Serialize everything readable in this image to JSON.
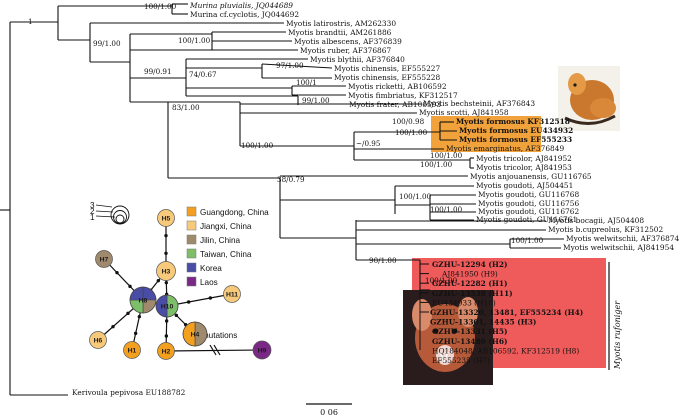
{
  "tree_taxa": {
    "murina_pluvialis": "Murina pluvialis, JQ044689",
    "murina_cyclotis": "Murina cf.cyclotis, JQ044692",
    "latirostris": "Myotis latirostris, AM262330",
    "brandtii": "Myotis brandtii, AM261886",
    "albescens": "Myotis albescens, AF376839",
    "ruber": "Myotis ruber, AF376867",
    "blythii": "Myotis blythii, AF376840",
    "chinensis_1": "Myotis chinensis, EF555227",
    "chinensis_2": "Myotis chinensis, EF555228",
    "ricketti": "Myotis ricketti, AB106592",
    "fimbriatus": "Myotis fimbriatus, KF312517",
    "frater": "Myotis frater, AB106593",
    "bechsteinii": "Myotis bechsteinii, AF376843",
    "scotti": "Myotis scotti, AJ841958",
    "formosus_1": "Myotis formosus KF312518",
    "formosus_2": "Myotis formosus EU434932",
    "formosus_3": "Myotis formosus EF555233",
    "emarginatus": "Myotis emarginatus, AF376849",
    "tricolor_1": "Myotis tricolor, AJ841952",
    "tricolor_2": "Myotis tricolor, AJ841953",
    "anjouanensis": "Myotis anjouanensis, GU116765",
    "goudoti_1": "Myotis goudoti, AJ504451",
    "goudoti_2": "Myotis goudoti, GU116768",
    "goudoti_3": "Myotis goudoti, GU116756",
    "goudoti_4": "Myotis goudoti, GU116762",
    "goudoti_5": "Myotis goudoti, GU116761",
    "bocagii": "Myotis bocagii, AJ504408",
    "cupreolus": "Myotis b.cupreolus, KF312502",
    "welwitschii_1": "Myotis welwitschii, AF376874",
    "welwitschii_2": "Myotis welwitschii, AJ841954",
    "kerivoula": "Kerivoula pepivosa EU188782"
  },
  "supports": {
    "s1": "1",
    "s2": "100/1.00",
    "s3": "99/1.00",
    "s4": "100/1.00",
    "s5": "99/0.91",
    "s6": "74/0.67",
    "s7": "97/1.00",
    "s8": "100/1",
    "s9": "99/1.00",
    "s10": "83/1.00",
    "s11": "100/0.98",
    "s12": "100/1.00",
    "s13": "100/1.00",
    "s14": "~/0.95",
    "s15": "100/1.00",
    "s16": "100/1.00",
    "s17": "38/0.79",
    "s18": "100/1.00",
    "s19": "100/1.00",
    "s20": "100/1.00",
    "s21": "90/1.00",
    "s22": "100/1.00"
  },
  "rufoniger_haplotypes": [
    {
      "text": "GZHU-12294 (H2)",
      "bold": true
    },
    {
      "text": "AJ841950 (H9)",
      "bold": false
    },
    {
      "text": "GZHU-12282 (H1)",
      "bold": true
    },
    {
      "text": "GZHU-13538 (H11)",
      "bold": true
    },
    {
      "text": "EU434933 (H10)",
      "bold": false
    },
    {
      "text": "GZHU-13320, 13481, EF555234 (H4)",
      "bold": true
    },
    {
      "text": "GZHU-13301, 14435 (H3)",
      "bold": true
    },
    {
      "text": "GZHU-13331 (H5)",
      "bold": true
    },
    {
      "text": "GZHU-13480 (H6)",
      "bold": true
    },
    {
      "text": "HQ184048, AB106592, KF312519 (H8)",
      "bold": false
    },
    {
      "text": "EF555235 (H7)",
      "bold": false
    }
  ],
  "side_label": "Myotis rufoniger",
  "legend": [
    {
      "label": "Guangdong, China",
      "color": "#f3a020"
    },
    {
      "label": "Jiangxi, China",
      "color": "#f7c97b"
    },
    {
      "label": "Jilin, China",
      "color": "#a08a6e"
    },
    {
      "label": "Taiwan, China",
      "color": "#7dbe69"
    },
    {
      "label": "Korea",
      "color": "#4a4da6"
    },
    {
      "label": "Laos",
      "color": "#7a2a86"
    }
  ],
  "size_key": [
    "3",
    "2",
    "1"
  ],
  "haplotypes": [
    "H1",
    "H2",
    "H3",
    "H4",
    "H5",
    "H6",
    "H7",
    "H8",
    "H9",
    "H10",
    "H11"
  ],
  "mutation_note": "6 mutations",
  "scale_label": "0 06",
  "colors": {
    "formosus_highlight": "#f2a23a",
    "rufoniger_highlight": "#ef5a5a"
  }
}
